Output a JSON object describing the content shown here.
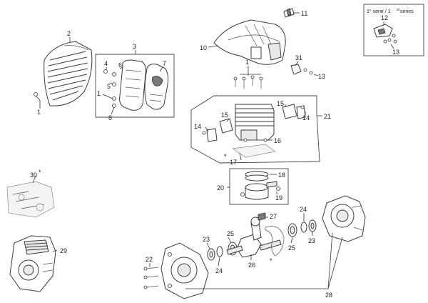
{
  "series_box": {
    "label_a": "1° serie / 1",
    "label_sup": "st",
    "label_b": " series"
  },
  "callouts": {
    "c1": "1",
    "c2": "2",
    "c3": "3",
    "c4": "4",
    "c5": "5",
    "c6": "6",
    "c7": "7",
    "c8": "8",
    "c10": "10",
    "c11": "11",
    "c12": "12",
    "c13a": "13",
    "c13b": "13",
    "c14a": "14",
    "c14b": "14",
    "c15a": "15",
    "c15b": "15",
    "c16": "16",
    "c17": "17",
    "c18": "18",
    "c19": "19",
    "c20": "20",
    "c21": "21",
    "c22": "22",
    "c23a": "23",
    "c23b": "23",
    "c24a": "24",
    "c24b": "24",
    "c25a": "25",
    "c25b": "25",
    "c26": "26",
    "c27": "27",
    "c28": "28",
    "c29": "29",
    "c30": "30",
    "c30_mark": "*",
    "c31": "31",
    "c1b": "1",
    "star17": "*",
    "star_crank": "*"
  }
}
